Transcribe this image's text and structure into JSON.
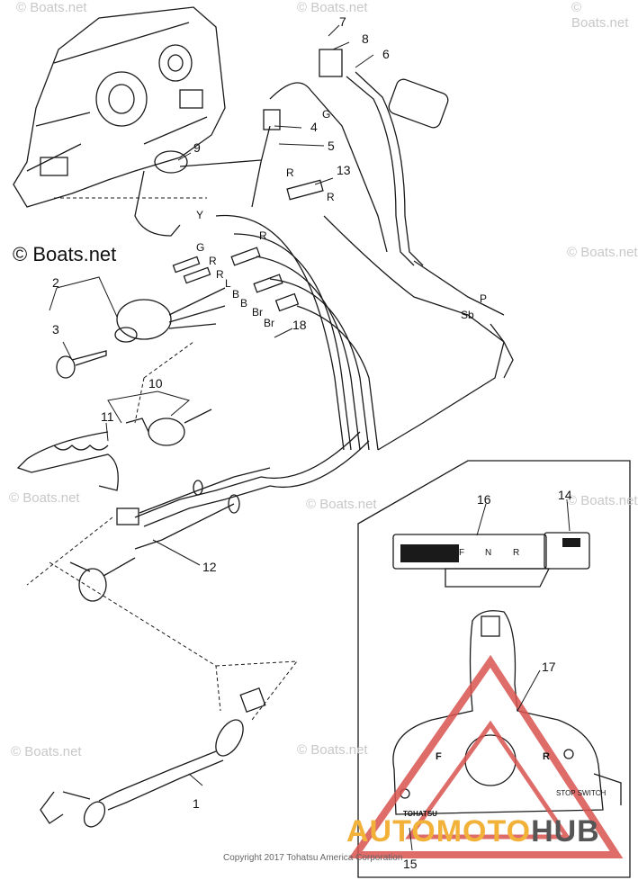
{
  "watermark": "© Boats.net",
  "part_numbers": [
    "1",
    "2",
    "3",
    "4",
    "5",
    "6",
    "7",
    "8",
    "9",
    "10",
    "11",
    "12",
    "13",
    "14",
    "15",
    "16",
    "17",
    "18"
  ],
  "wire_labels": {
    "g1": "G",
    "g2": "G",
    "r1": "R",
    "r2": "R",
    "r3": "R",
    "r4": "R",
    "r5": "R",
    "y": "Y",
    "l": "L",
    "b1": "B",
    "b2": "B",
    "br1": "Br",
    "br2": "Br",
    "p": "P",
    "sb": "Sb"
  },
  "inset": {
    "gauge_scale": "F",
    "gauge_neutral": "N",
    "gauge_reverse": "R",
    "control_forward": "F",
    "control_reverse": "R",
    "control_brand": "TOHATSU",
    "stop_switch": "STOP SWITCH"
  },
  "copyright": "Copyright 2017 Tohatsu America Corporation",
  "brand": {
    "part1": "AUTOMOTO",
    "part2": "HUB",
    "color1": "#f2b23a",
    "color2": "#555555"
  },
  "colors": {
    "line": "#1a1a1a",
    "warning": "#d9534f"
  }
}
